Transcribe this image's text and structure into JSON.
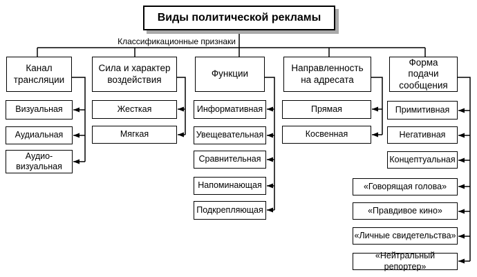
{
  "diagram": {
    "title": "Виды политической рекламы",
    "classification_label": "Классификационные признаки",
    "categories": [
      {
        "label": "Канал\nтрансляции",
        "leaves": [
          "Визуальная",
          "Аудиальная",
          "Аудио-\nвизуальная"
        ]
      },
      {
        "label": "Сила и характер\nвоздействия",
        "leaves": [
          "Жесткая",
          "Мягкая"
        ]
      },
      {
        "label": "Функции",
        "leaves": [
          "Информативная",
          "Увещевательная",
          "Сравнительная",
          "Напоминающая",
          "Подкрепляющая"
        ]
      },
      {
        "label": "Направленность\nна адресата",
        "leaves": [
          "Прямая",
          "Косвенная"
        ]
      },
      {
        "label": "Форма\nподачи\nсообщения",
        "leaves": [
          "Примитивная",
          "Негативная",
          "Концептуальная",
          "«Говорящая голова»",
          "«Правдивое кино»",
          "«Личные свидетельства»",
          "«Нейтральный репортер»"
        ]
      }
    ],
    "colors": {
      "line": "#000000",
      "border": "#000000",
      "background": "#ffffff",
      "title_shadow": "#a9a9a9",
      "text": "#000000"
    }
  }
}
